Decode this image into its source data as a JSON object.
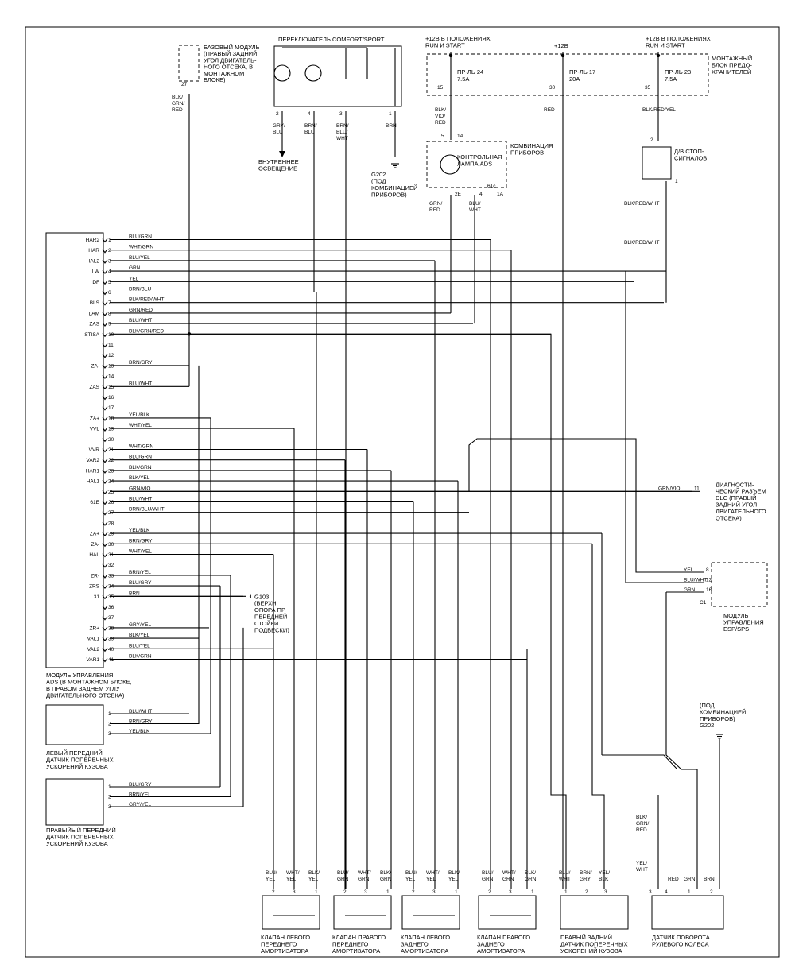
{
  "ecu": {
    "caption": [
      "МОДУЛЬ УПРАВЛЕНИЯ",
      "ADS (В МОНТАЖНОМ БЛОКЕ,",
      "В ПРАВОМ ЗАДНЕМ УГЛУ",
      "ДВИГАТЕЛЬНОГО ОТСЕКА)"
    ],
    "pins": [
      {
        "n": "1",
        "term": "HAR2",
        "color": "BLU/GRN"
      },
      {
        "n": "2",
        "term": "HAR",
        "color": "WHT/GRN"
      },
      {
        "n": "3",
        "term": "HAL2",
        "color": "BLU/YEL"
      },
      {
        "n": "4",
        "term": "LW",
        "color": "GRN"
      },
      {
        "n": "5",
        "term": "DF",
        "color": "YEL"
      },
      {
        "n": "6",
        "term": "",
        "color": "BRN/BLU"
      },
      {
        "n": "7",
        "term": "BLS",
        "color": "BLK/RED/WHT"
      },
      {
        "n": "8",
        "term": "LAM",
        "color": "GRN/RED"
      },
      {
        "n": "9",
        "term": "ZAS",
        "color": "BLU/WHT"
      },
      {
        "n": "10",
        "term": "STISA",
        "color": "BLK/GRN/RED"
      },
      {
        "n": "11",
        "term": "",
        "color": ""
      },
      {
        "n": "12",
        "term": "",
        "color": ""
      },
      {
        "n": "13",
        "term": "ZA-",
        "color": "BRN/GRY"
      },
      {
        "n": "14",
        "term": "",
        "color": ""
      },
      {
        "n": "15",
        "term": "ZAS",
        "color": "BLU/WHT"
      },
      {
        "n": "16",
        "term": "",
        "color": ""
      },
      {
        "n": "17",
        "term": "",
        "color": ""
      },
      {
        "n": "18",
        "term": "ZA+",
        "color": "YEL/BLK"
      },
      {
        "n": "19",
        "term": "VVL",
        "color": "WHT/YEL"
      },
      {
        "n": "20",
        "term": "",
        "color": ""
      },
      {
        "n": "21",
        "term": "VVR",
        "color": "WHT/GRN"
      },
      {
        "n": "22",
        "term": "VAR2",
        "color": "BLU/GRN"
      },
      {
        "n": "23",
        "term": "HAR1",
        "color": "BLK/GRN"
      },
      {
        "n": "24",
        "term": "HAL1",
        "color": "BLK/YEL"
      },
      {
        "n": "25",
        "term": "",
        "color": "GRN/VIO"
      },
      {
        "n": "26",
        "term": "61E",
        "color": "BLU/WHT"
      },
      {
        "n": "27",
        "term": "",
        "color": "BRN/BLU/WHT"
      },
      {
        "n": "28",
        "term": "",
        "color": ""
      },
      {
        "n": "29",
        "term": "ZA+",
        "color": "YEL/BLK"
      },
      {
        "n": "30",
        "term": "ZA-",
        "color": "BRN/GRY"
      },
      {
        "n": "31",
        "term": "HAL",
        "color": "WHT/YEL"
      },
      {
        "n": "32",
        "term": "",
        "color": ""
      },
      {
        "n": "33",
        "term": "ZR-",
        "color": "BRN/YEL"
      },
      {
        "n": "34",
        "term": "ZRS",
        "color": "BLU/GRY"
      },
      {
        "n": "35",
        "term": "31",
        "color": "BRN"
      },
      {
        "n": "36",
        "term": "",
        "color": ""
      },
      {
        "n": "37",
        "term": "",
        "color": ""
      },
      {
        "n": "38",
        "term": "ZR+",
        "color": "GRY/YEL"
      },
      {
        "n": "39",
        "term": "VAL1",
        "color": "BLK/YEL"
      },
      {
        "n": "40",
        "term": "VAL2",
        "color": "BLU/YEL"
      },
      {
        "n": "41",
        "term": "VAR1",
        "color": "BLK/GRN"
      }
    ]
  },
  "base_module": {
    "caption": [
      "БАЗОВЫЙ МОДУЛЬ",
      "(ПРАВЫЙ ЗАДНИЙ",
      "УГОЛ ДВИГАТЕЛЬ-",
      "НОГО ОТСЕКА, В",
      "МОНТАЖНОМ",
      "БЛОКЕ)"
    ],
    "pin": "27",
    "wire": [
      "BLK/",
      "GRN/",
      "RED"
    ]
  },
  "switch": {
    "title": "ПЕРЕКЛЮЧАТЕЛЬ COMFORT/SPORT",
    "pins": [
      "2",
      "4",
      "3",
      "1"
    ],
    "wires": [
      [
        "GRY/",
        "BLU"
      ],
      [
        "BRN/",
        "BLU"
      ],
      [
        "BRN/",
        "BLU/",
        "WHT"
      ],
      [
        "BRN"
      ]
    ],
    "interior_light": [
      "ВНУТРЕННЕЕ",
      "ОСВЕЩЕНИЕ"
    ],
    "ground": [
      "G202",
      "(ПОД",
      "КОМБИНАЦИЕЙ",
      "ПРИБОРОВ)"
    ]
  },
  "power": {
    "feed1": [
      "+12В В ПОЛОЖЕНИЯХ",
      "RUN И START"
    ],
    "feed2": "+12В",
    "feed3": [
      "+12В В ПОЛОЖЕНИЯХ",
      "RUN И START"
    ],
    "fuse_block": [
      "МОНТАЖНЫЙ",
      "БЛОК ПРЕДО-",
      "ХРАНИТЕЛЕЙ"
    ],
    "fuses": [
      {
        "pin": "15",
        "name": "ПР-ЛЬ 24",
        "rating": "7.5A",
        "wire": [
          "BLK/",
          "VIO/",
          "RED"
        ]
      },
      {
        "pin": "30",
        "name": "ПР-ЛЬ 17",
        "rating": "20A",
        "wire": [
          "RED"
        ]
      },
      {
        "pin": "35",
        "name": "ПР-ЛЬ 23",
        "rating": "7.5A",
        "wire": [
          "BLK/RED/YEL"
        ]
      }
    ]
  },
  "cluster": {
    "caption": [
      "КОМБИНАЦИЯ",
      "ПРИБОРОВ"
    ],
    "lamp": [
      "КОНТРОЛЬНАЯ",
      "ЛАМПА ADS"
    ],
    "pins_top": [
      "5",
      "1A"
    ],
    "pins_bottom": [
      "2E",
      "4",
      "61c",
      "1A"
    ],
    "wires_bottom": [
      [
        "GRN/",
        "RED"
      ],
      [
        "BLU/",
        "WHT"
      ]
    ]
  },
  "brake_switch": {
    "caption": [
      "Д/В СТОП-",
      "СИГНАЛОВ"
    ],
    "pins": [
      "2",
      "1"
    ],
    "wire1": "BLK/RED/WHT",
    "wire2": "BLK/RED/WHT"
  },
  "dlc": {
    "caption": [
      "ДИАГНОСТИ-",
      "ЧЕСКИЙ РАЗЪЕМ",
      "DLC (ПРАВЫЙ",
      "ЗАДНИЙ УГОЛ",
      "ДВИГАТЕЛЬНОГО",
      "ОТСЕКА)"
    ],
    "wire": "GRN/VIO",
    "pin": "11"
  },
  "esp": {
    "caption": [
      "МОДУЛЬ",
      "УПРАВЛЕНИЯ",
      "ESP/SPS"
    ],
    "rows": [
      {
        "wire": "YEL",
        "pin": "8"
      },
      {
        "wire": "BLU/WHT",
        "pin": "12"
      },
      {
        "wire": "GRN",
        "pin": "16"
      }
    ],
    "conn": "C1"
  },
  "ground_g103": {
    "caption": [
      "G103",
      "(ВЕРХН.",
      "ОПОРА ПР.",
      "ПЕРЕДНЕЙ",
      "СТОЙКИ",
      "ПОДВЕСКИ)"
    ]
  },
  "ground_g202b": {
    "caption": [
      "(ПОД",
      "КОМБИНАЦИЕЙ",
      "ПРИБОРОВ)",
      "G202"
    ]
  },
  "left_sensor": {
    "caption": [
      "ЛЕВЫЙ ПЕРЕДНИЙ",
      "ДАТЧИК ПОПЕРЕЧНЫХ",
      "УСКОРЕНИЙ КУЗОВА"
    ],
    "pins": [
      {
        "n": "1",
        "c": "BLU/WHT"
      },
      {
        "n": "2",
        "c": "BRN/GRY"
      },
      {
        "n": "3",
        "c": "YEL/BLK"
      }
    ]
  },
  "right_sensor": {
    "caption": [
      "ПРАВЫЙЫЙ ПЕРЕДНИЙ",
      "ДАТЧИК ПОПЕРЕЧНЫХ",
      "УСКОРЕНИЙ КУЗОВА"
    ],
    "pins": [
      {
        "n": "1",
        "c": "BLU/GRY"
      },
      {
        "n": "2",
        "c": "BRN/YEL"
      },
      {
        "n": "3",
        "c": "GRY/YEL"
      }
    ]
  },
  "valves": [
    {
      "caption": [
        "КЛАПАН ЛЕВОГО",
        "ПЕРЕДНЕГО",
        "АМОРТИЗАТОРА"
      ],
      "wires": [
        [
          "BLU/",
          "YEL"
        ],
        [
          "WHT/",
          "YEL"
        ],
        [
          "BLK/",
          "YEL"
        ]
      ],
      "pins": [
        "2",
        "3",
        "1"
      ]
    },
    {
      "caption": [
        "КЛАПАН ПРАВОГО",
        "ПЕРЕДНЕГО",
        "АМОРТИЗАТОРА"
      ],
      "wires": [
        [
          "BLU/",
          "GRN"
        ],
        [
          "WHT/",
          "GRN"
        ],
        [
          "BLK/",
          "GRN"
        ]
      ],
      "pins": [
        "2",
        "3",
        "1"
      ]
    },
    {
      "caption": [
        "КЛАПАН ЛЕВОГО",
        "ЗАДНЕГО",
        "АМОРТИЗАТОРА"
      ],
      "wires": [
        [
          "BLU/",
          "YEL"
        ],
        [
          "WHT/",
          "YEL"
        ],
        [
          "BLK/",
          "YEL"
        ]
      ],
      "pins": [
        "2",
        "3",
        "1"
      ]
    },
    {
      "caption": [
        "КЛАПАН ПРАВОГО",
        "ЗАДНЕГО",
        "АМОРТИЗАТОРА"
      ],
      "wires": [
        [
          "BLU/",
          "GRN"
        ],
        [
          "WHT/",
          "GRN"
        ],
        [
          "BLK/",
          "GRN"
        ]
      ],
      "pins": [
        "2",
        "3",
        "1"
      ]
    }
  ],
  "rear_sensor": {
    "caption": [
      "ПРАВЫЙ ЗАДНИЙ",
      "ДАТЧИК ПОПЕРЕЧНЫХ",
      "УСКОРЕНИЙ КУЗОВА"
    ],
    "wires": [
      [
        "BLU/",
        "WHT"
      ],
      [
        "BRN/",
        "GRY"
      ],
      [
        "YEL/",
        "BLK"
      ]
    ],
    "pins": [
      "1",
      "2",
      "3"
    ]
  },
  "steer_sensor": {
    "caption": [
      "ДАТЧИК ПОВОРОТА",
      "РУЛЕВОГО КОЛЕСА"
    ],
    "wires": [
      "RED",
      "GRN",
      "BRN"
    ],
    "pins": [
      "3",
      "4",
      "1",
      "2"
    ],
    "wire_above": [
      "BLK/",
      "GRN/",
      "RED"
    ],
    "wire_yel": [
      "YEL/",
      "WHT"
    ]
  }
}
